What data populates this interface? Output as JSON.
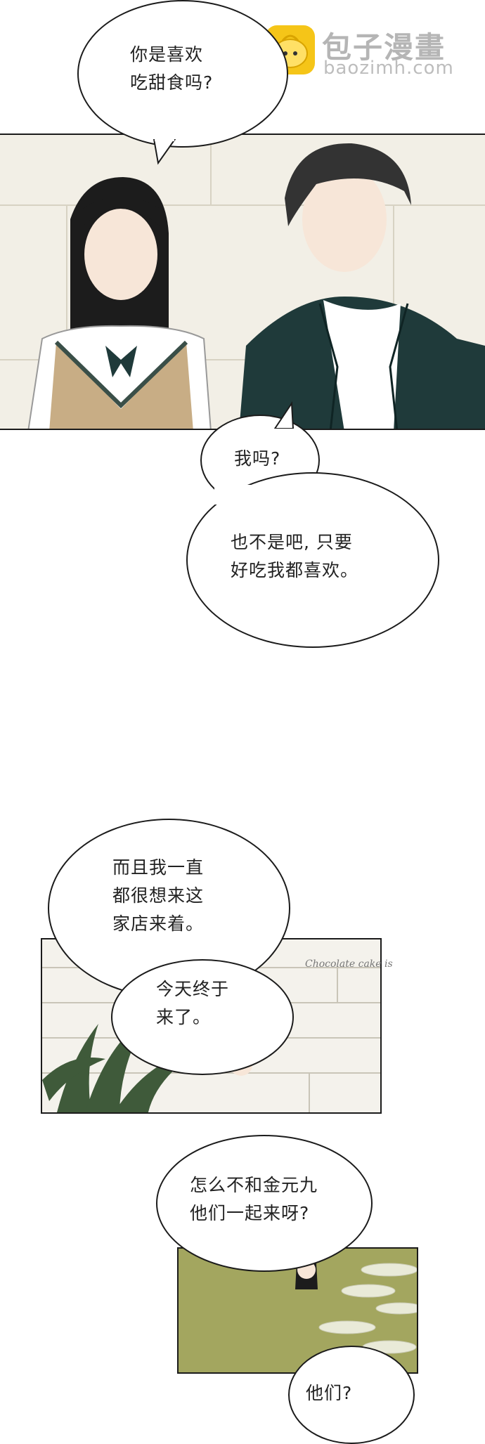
{
  "watermark": {
    "site_name": "包子漫畫",
    "site_url": "baozimh.com",
    "brand_color": "#f5c518"
  },
  "bubbles": {
    "b1": {
      "lines": [
        "你是喜欢",
        "吃甜食吗?"
      ]
    },
    "b2": {
      "lines": [
        "我吗?"
      ]
    },
    "b3": {
      "lines": [
        "也不是吧, 只要",
        "好吃我都喜欢。"
      ]
    },
    "b4": {
      "lines": [
        "而且我一直",
        "都很想来这",
        "家店来着。"
      ]
    },
    "b5": {
      "lines": [
        "今天终于",
        "来了。"
      ]
    },
    "b6": {
      "lines": [
        "怎么不和金元九",
        "他们一起来呀?"
      ]
    },
    "b7": {
      "lines": [
        "他们?"
      ]
    }
  },
  "signs": {
    "shop_sign": "Chocolate cake is"
  },
  "colors": {
    "panel_border": "#1b1b1b",
    "blazer": "#1f3a3a",
    "vest": "#c8ad85",
    "wall": "#f2efe6",
    "grass": "#9aa05a"
  }
}
